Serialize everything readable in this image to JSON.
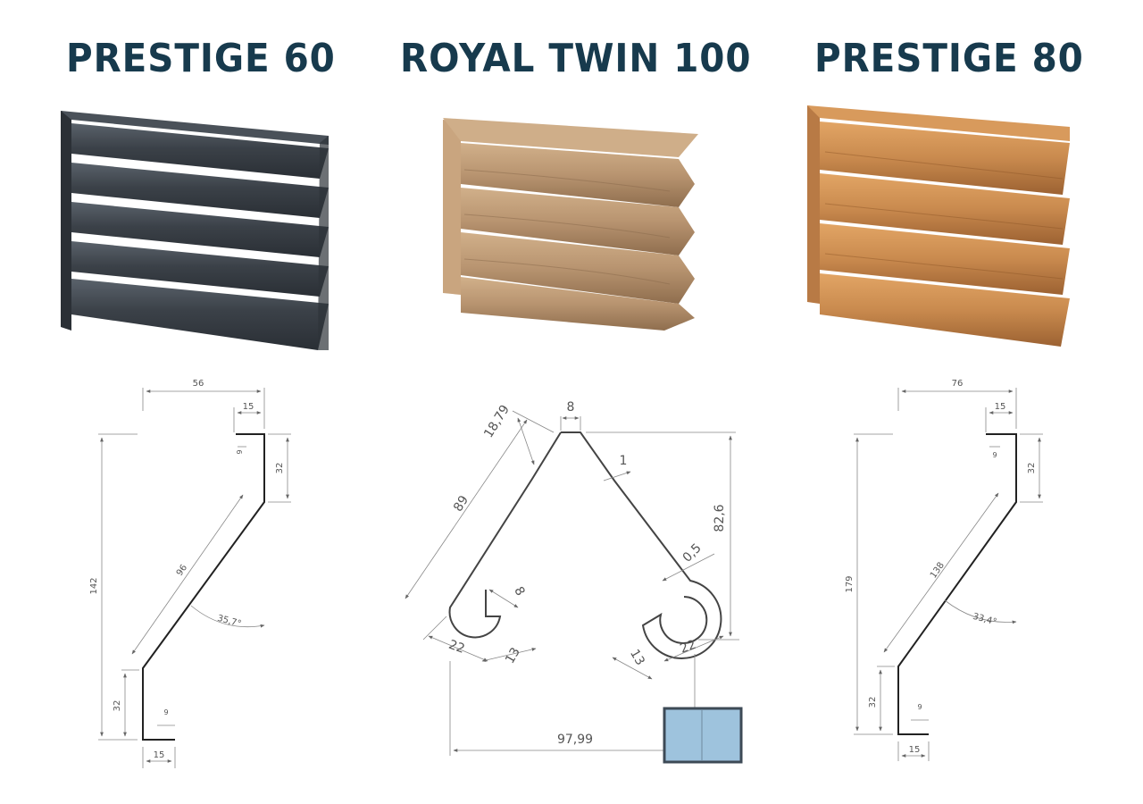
{
  "products": [
    {
      "name": "PRESTIGE 60",
      "finish": "anthracite grey",
      "dims": {
        "width": "56",
        "top_return": "15",
        "top_height": "32",
        "top_inner": "9",
        "blade": "96",
        "angle": "35,7°",
        "total": "142",
        "bottom_height": "32",
        "bottom_inner": "9",
        "bottom_return": "15"
      }
    },
    {
      "name": "ROYAL TWIN 100",
      "finish": "light wood",
      "dims": {
        "top_flat": "8",
        "side_top": "18,79",
        "side": "89",
        "notch": "1",
        "height": "82,6",
        "thickness": "0,5",
        "hook_inner": "8",
        "hook_left": "22",
        "hook_depth_left": "13",
        "hook_depth_right": "13",
        "hook_right": "22",
        "width": "97,99"
      }
    },
    {
      "name": "PRESTIGE 80",
      "finish": "orange wood",
      "dims": {
        "width": "76",
        "top_return": "15",
        "top_height": "32",
        "top_inner": "9",
        "blade": "138",
        "angle": "33,4°",
        "total": "179",
        "bottom_height": "32",
        "bottom_inner": "9",
        "bottom_return": "15"
      }
    }
  ],
  "colors": {
    "title": "#173a4d",
    "anthracite": "#3b4148",
    "light_wood": "#b89470",
    "orange_wood": "#c98a4e",
    "highlight_box": "#9ec3dd"
  }
}
